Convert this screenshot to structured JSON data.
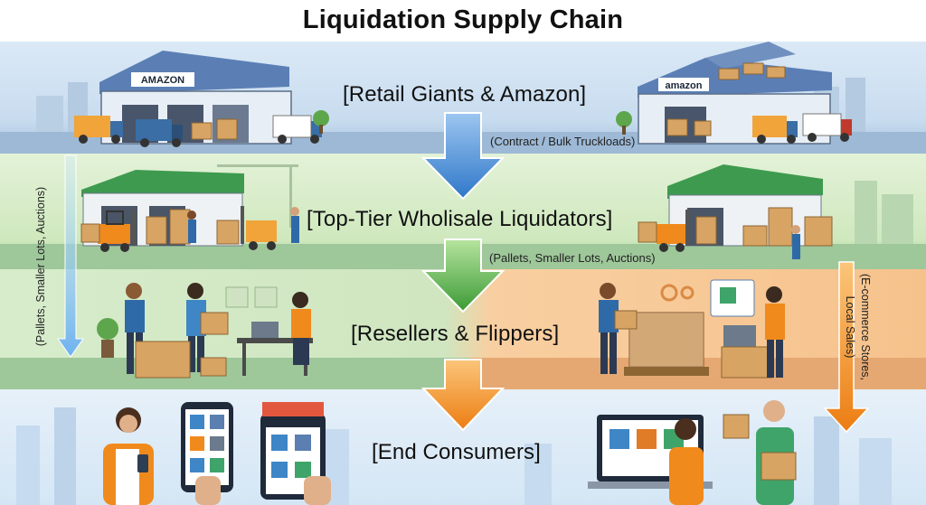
{
  "title": "Liquidation Supply Chain",
  "tiers": [
    {
      "label": "[Retail Giants & Amazon]"
    },
    {
      "label": "[Top-Tier Wholisale Liquidators]"
    },
    {
      "label": "[Resellers & Flippers]"
    },
    {
      "label": "[End Consumers]"
    }
  ],
  "flows": [
    {
      "label": "(Contract / Bulk Truckloads)"
    },
    {
      "label": "(Pallets, Smaller Lots, Auctions)"
    }
  ],
  "side_flows": {
    "left": "(Pallets, Smaller Lots, Auctions)",
    "right_line1": "(E-commerce Stores,",
    "right_line2": "Local Sales)"
  },
  "brand_labels": [
    "AMAZON",
    "amazon"
  ],
  "colors": {
    "blue_arrow": "#2f77c9",
    "green_arrow": "#4aa83d",
    "orange_arrow": "#f08a1c",
    "band_blue": "#c8dcef",
    "band_green": "#cfe8bd",
    "band_orange": "#f6c28c"
  }
}
